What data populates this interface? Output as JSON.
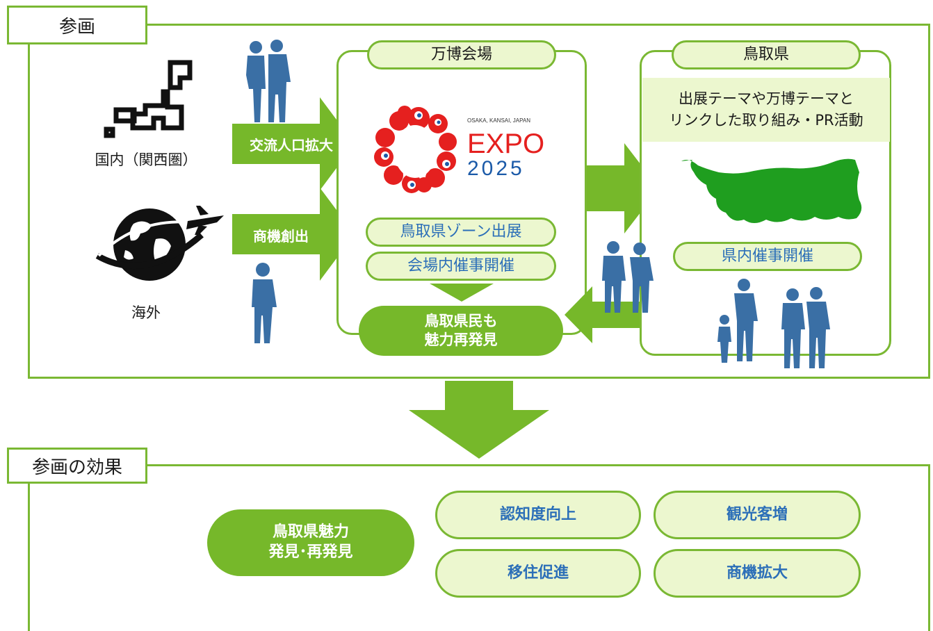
{
  "participation": {
    "tab": "参画",
    "domestic_label": "国内（関西圏）",
    "overseas_label": "海外",
    "arrow_exchange": "交流人口拡大",
    "arrow_business": "商機創出"
  },
  "expo_venue": {
    "title": "万博会場",
    "logo_small": "OSAKA, KANSAI, JAPAN",
    "logo_expo": "EXPO",
    "logo_year": "2025",
    "zone_exhibit": "鳥取県ゾーン出展",
    "venue_events": "会場内催事開催",
    "rediscover": [
      "鳥取県民も",
      "魅力再発見"
    ]
  },
  "tottori": {
    "title": "鳥取県",
    "banner_lines": [
      "出展テーマや万博テーマと",
      "リンクした取り組み・PR活動"
    ],
    "prefecture_events": "県内催事開催"
  },
  "effects": {
    "tab": "参画の効果",
    "charm": [
      "鳥取県魅力",
      "発見･再発見"
    ],
    "items": [
      "認知度向上",
      "観光客増",
      "移住促進",
      "商機拡大"
    ]
  },
  "colors": {
    "frame_green": "#7ab833",
    "arrow_green": "#76b82a",
    "pill_fill": "#ecf7cf",
    "pill_text_blue": "#2c6fb8",
    "map_green": "#1f9e1f",
    "logo_red": "#e5201f",
    "logo_blue": "#1b5aa8",
    "silhouette_blue": "#3a6fa5"
  }
}
